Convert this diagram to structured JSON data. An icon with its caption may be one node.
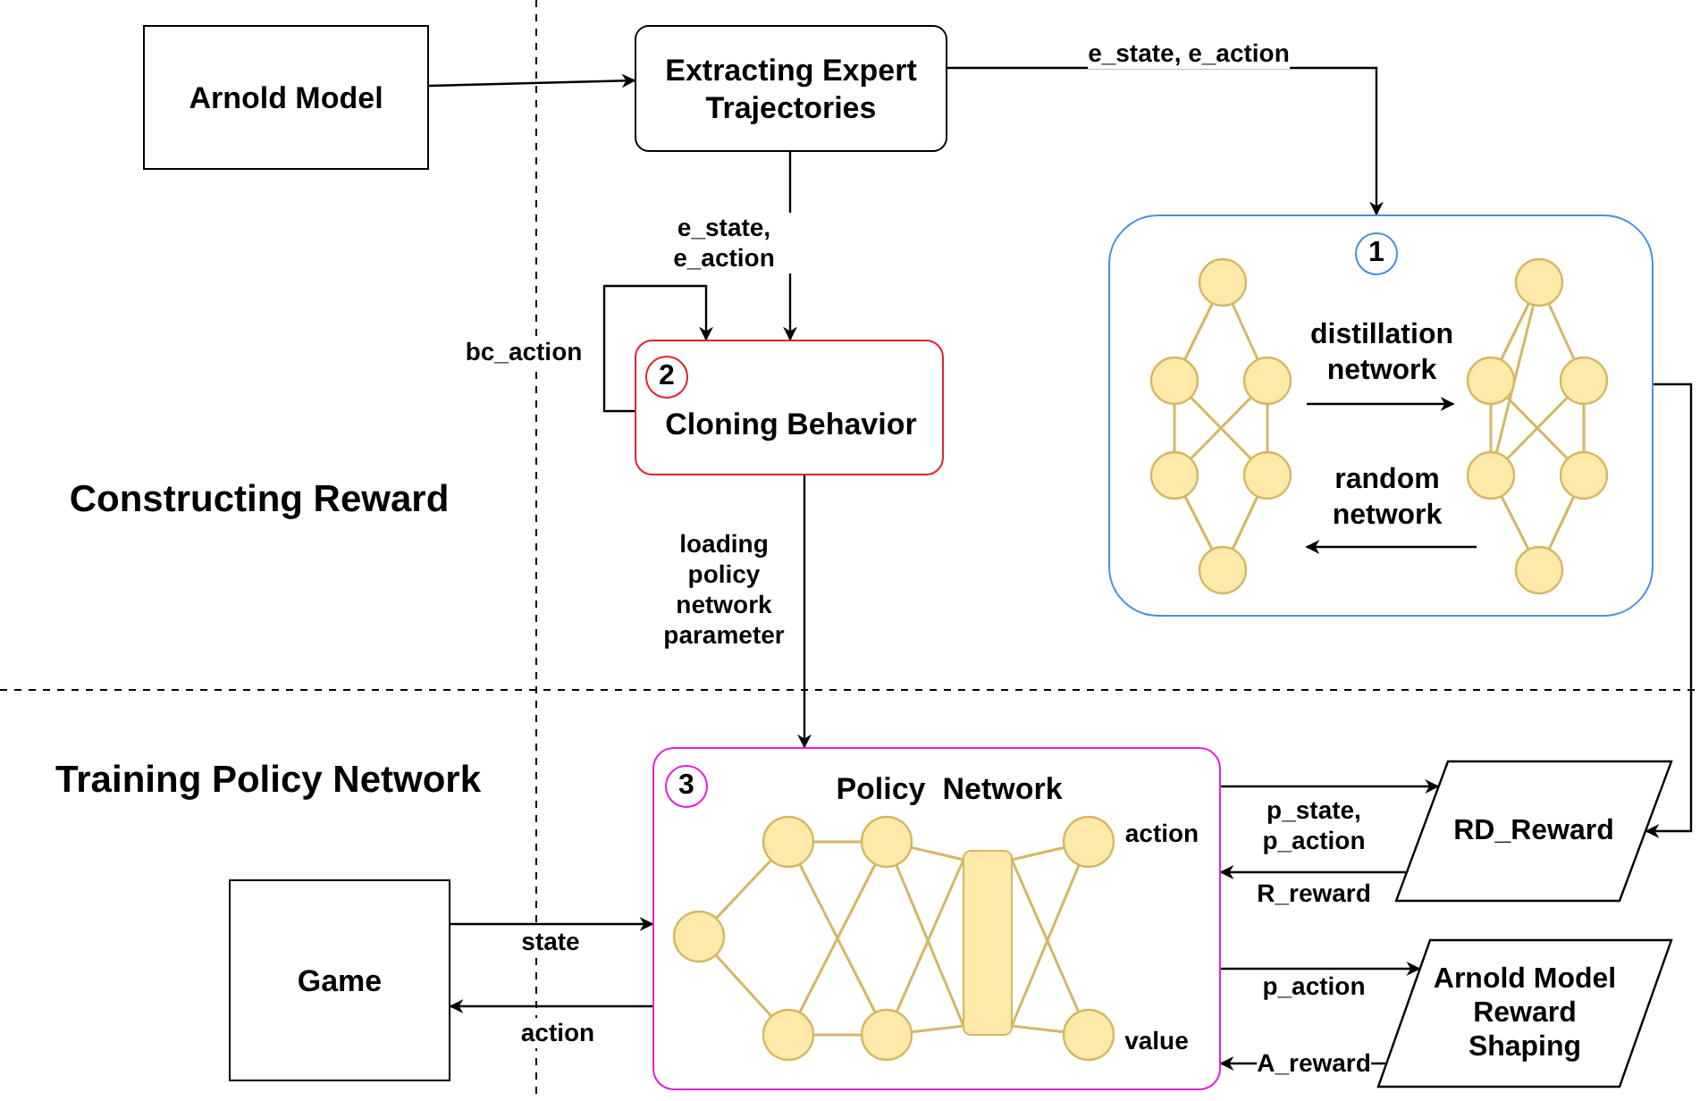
{
  "diagram": {
    "nodes": [
      {
        "text": [
          "Arnold Model"
        ]
      },
      {
        "text": [
          "Extracting Expert Trajectories"
        ]
      },
      {
        "text": [
          "1"
        ]
      },
      {
        "text": [
          "2",
          "Cloning Behavior"
        ]
      },
      {
        "text": [
          "3",
          "Policy  Network"
        ]
      },
      {
        "text": [
          "Game"
        ]
      },
      {
        "text": [
          "RD_Reward"
        ]
      },
      {
        "text": [
          "Arnold Model Reward Shaping"
        ]
      }
    ],
    "edges": [
      {
        "from": 0,
        "to": 1,
        "arrow": "to"
      },
      {
        "from": 1,
        "to": 2,
        "arrow": "to",
        "label": "e_state, e_action"
      },
      {
        "from": 1,
        "to": 3,
        "arrow": "to",
        "label": "e_state, e_action"
      },
      {
        "from": 3,
        "to": 3,
        "arrow": "to",
        "label": "bc_action"
      },
      {
        "from": 3,
        "to": 4,
        "arrow": "to",
        "label": "loading policy network parameter"
      },
      {
        "from": 4,
        "to": 6,
        "arrow": "to",
        "label": "p_state, p_action"
      },
      {
        "from": 6,
        "to": 4,
        "arrow": "to",
        "label": "R_reward"
      },
      {
        "from": 4,
        "to": 7,
        "arrow": "to",
        "label": "p_action"
      },
      {
        "from": 7,
        "to": 4,
        "arrow": "to",
        "label": "A_reward"
      },
      {
        "from": 5,
        "to": 4,
        "arrow": "to",
        "label": "state"
      },
      {
        "from": 4,
        "to": 5,
        "arrow": "to",
        "label": "action"
      },
      {
        "from": 2,
        "to": 6,
        "arrow": "to"
      }
    ],
    "labels": [
      "Constructing Reward",
      "distillation network",
      "random network",
      "Training Policy Network",
      "action",
      "value"
    ]
  }
}
